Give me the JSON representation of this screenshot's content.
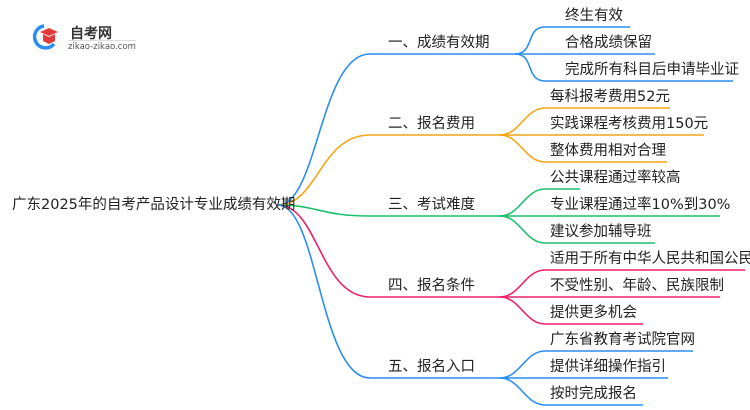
{
  "logo": {
    "title": "自考网",
    "url": "zikao-zikao.com"
  },
  "root": "广东2025年的自考产品设计专业成绩有效期",
  "branches": [
    {
      "label": "一、成绩有效期",
      "color": "#2b8df2",
      "children": [
        "终生有效",
        "合格成绩保留",
        "完成所有科目后申请毕业证"
      ]
    },
    {
      "label": "二、报名费用",
      "color": "#f2a516",
      "children": [
        "每科报考费用52元",
        "实践课程考核费用150元",
        "整体费用相对合理"
      ]
    },
    {
      "label": "三、考试难度",
      "color": "#1dbf6a",
      "children": [
        "公共课程通过率较高",
        "专业课程通过率10%到30%",
        "建议参加辅导班"
      ]
    },
    {
      "label": "四、报名条件",
      "color": "#ee1f6e",
      "children": [
        "适用于所有中华人民共和国公民",
        "不受性别、年龄、民族限制",
        "提供更多机会"
      ]
    },
    {
      "label": "五、报名入口",
      "color": "#2b8df2",
      "children": [
        "广东省教育考试院官网",
        "提供详细操作指引",
        "按时完成报名"
      ]
    }
  ]
}
